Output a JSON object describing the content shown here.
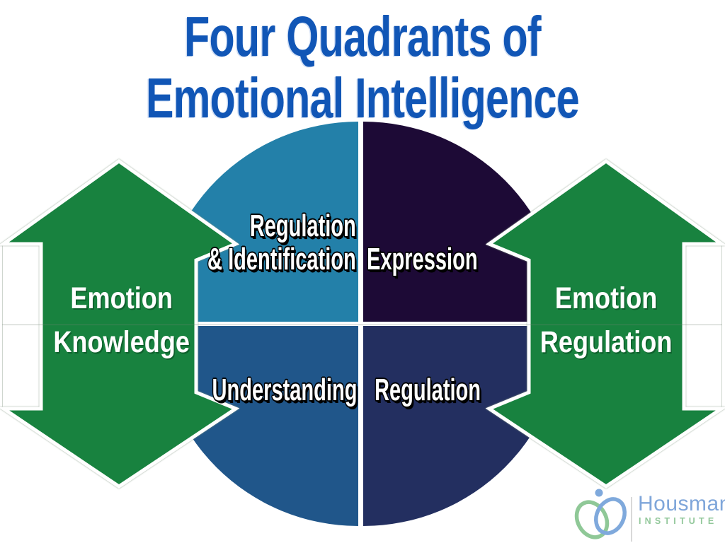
{
  "title": {
    "line1": "Four Quadrants of",
    "line2": "Emotional Intelligence",
    "color": "#1156B6"
  },
  "quadrants": {
    "top_left": {
      "label_line1": "Regulation",
      "label_line2": "& Identification",
      "color": "#2380A9"
    },
    "top_right": {
      "label": "Expression",
      "color": "#1D0A36"
    },
    "bottom_left": {
      "label": "Understanding",
      "color": "#20568A"
    },
    "bottom_right": {
      "label": "Regulation",
      "color": "#232F60"
    }
  },
  "arrows": {
    "left": {
      "label_line1": "Emotion",
      "label_line2": "Knowledge",
      "color": "#18823F"
    },
    "right": {
      "label_line1": "Emotion",
      "label_line2": "Regulation",
      "color": "#18823F"
    }
  },
  "logo": {
    "brand": "Housman",
    "brand_color": "#7FA6DA",
    "sub": "INSTITUTE",
    "sub_color": "#93C89B",
    "icon": "butterfly-icon",
    "icon_green": "#8FC897",
    "icon_blue": "#7FA9DC"
  }
}
